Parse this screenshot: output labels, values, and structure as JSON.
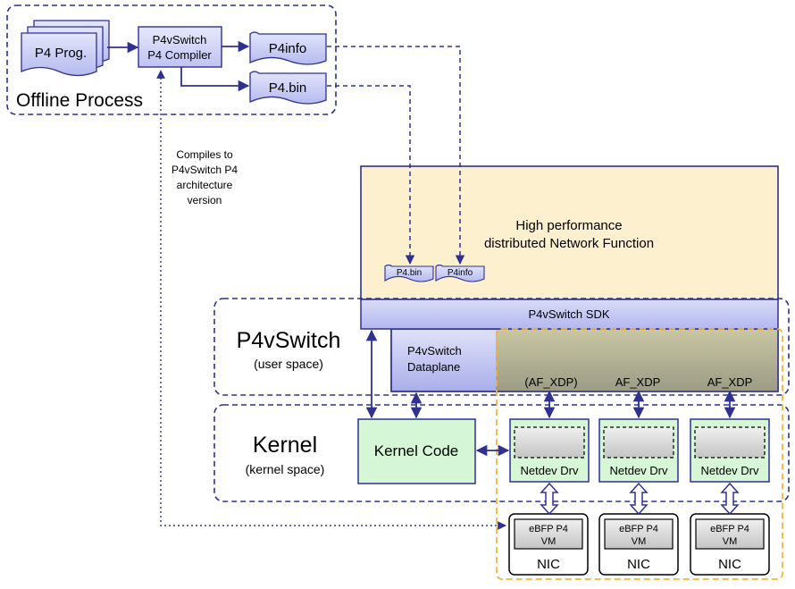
{
  "offline": {
    "title": "Offline Process",
    "p4_prog": "P4 Prog.",
    "compiler_line1": "P4vSwitch",
    "compiler_line2": "P4 Compiler",
    "p4info": "P4info",
    "p4bin": "P4.bin",
    "compiles_note": [
      "Compiles to",
      "P4vSwitch P4",
      "architecture",
      "version"
    ]
  },
  "nf": {
    "line1": "High performance",
    "line2": "distributed Network Function",
    "p4bin_small": "P4.bin",
    "p4info_small": "P4info"
  },
  "sdk": {
    "label": "P4vSwitch SDK"
  },
  "user_space": {
    "title": "P4vSwitch",
    "subtitle": "(user space)",
    "dataplane_line1": "P4vSwitch",
    "dataplane_line2": "Dataplane",
    "af_labels": [
      "(AF_XDP)",
      "AF_XDP",
      "AF_XDP"
    ]
  },
  "kernel": {
    "title": "Kernel",
    "subtitle": "(kernel space)",
    "kernel_code": "Kernel Code",
    "netdev": [
      "Netdev Drv",
      "Netdev Drv",
      "Netdev Drv"
    ]
  },
  "nics": [
    {
      "vm_line1": "eBFP P4",
      "vm_line2": "VM",
      "label": "NIC"
    },
    {
      "vm_line1": "eBFP P4",
      "vm_line2": "VM",
      "label": "NIC"
    },
    {
      "vm_line1": "eBFP P4",
      "vm_line2": "VM",
      "label": "NIC"
    }
  ],
  "colors": {
    "navy": "#2e3192",
    "nf_fill": "#fdf0cf",
    "doc_fill": "#c9cdf5",
    "green": "#d5f7d5",
    "gold": "#f2b632"
  }
}
